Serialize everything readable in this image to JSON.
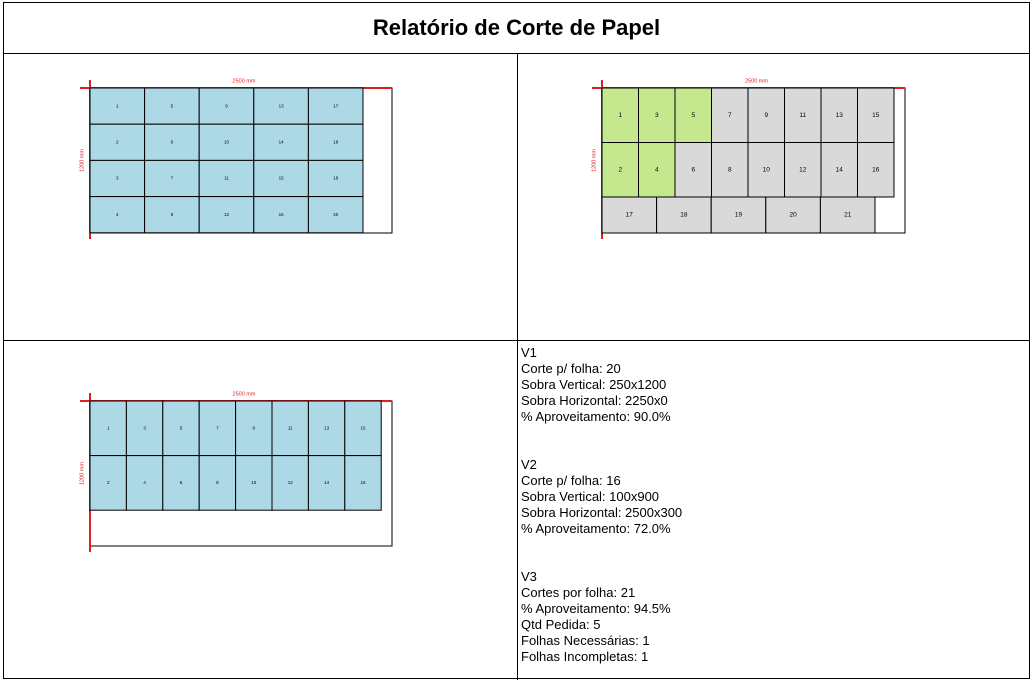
{
  "title": "Relatório de Corte de Papel",
  "colors": {
    "blue": "#add8e6",
    "green": "#c5e88e",
    "gray": "#d9d9d9",
    "red": "#e02020"
  },
  "diagrams": [
    {
      "name": "V1",
      "width_label": "2500 mm",
      "height_label": "1200 mm",
      "cols": 5,
      "rows": 4,
      "order": "column-major",
      "pieces": 20,
      "color": "blue"
    },
    {
      "name": "V2",
      "width_label": "2500 mm",
      "height_label": "1200 mm",
      "cols": 8,
      "rows": 2,
      "order": "column-major",
      "pieces": 16,
      "color": "blue"
    },
    {
      "name": "V3",
      "width_label": "2500 mm",
      "height_label": "1200 mm",
      "pieces": 21,
      "green": [
        1,
        2,
        3,
        4,
        5
      ]
    }
  ],
  "info": [
    {
      "lines": [
        "V1",
        "Corte p/ folha: 20",
        "Sobra Vertical: 250x1200",
        "Sobra Horizontal: 2250x0",
        "% Aproveitamento: 90.0%"
      ]
    },
    {
      "lines": [
        "V2",
        "Corte p/ folha: 16",
        "Sobra Vertical: 100x900",
        "Sobra Horizontal: 2500x300",
        "% Aproveitamento: 72.0%"
      ]
    },
    {
      "lines": [
        "V3",
        "Cortes por folha: 21",
        "% Aproveitamento: 94.5%",
        "Qtd Pedida: 5",
        "Folhas Necessárias: 1",
        "Folhas Incompletas: 1"
      ]
    }
  ]
}
